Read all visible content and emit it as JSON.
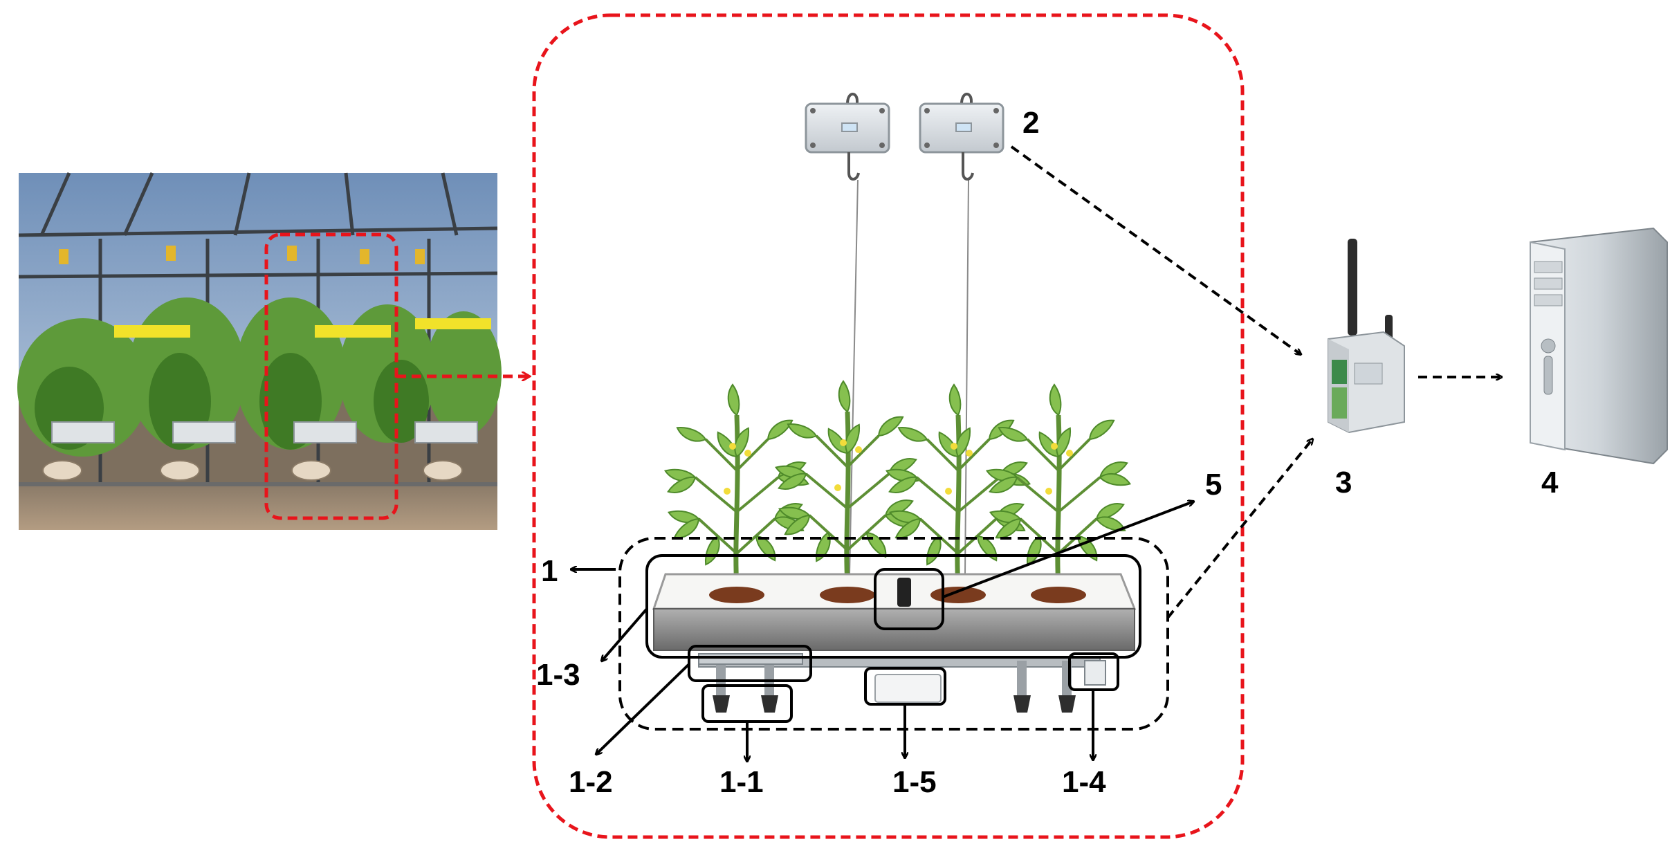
{
  "labels": {
    "system": "1",
    "sensor_node": "2",
    "gateway": "3",
    "computer": "4",
    "camera": "5",
    "part_1_1": "1-1",
    "part_1_2": "1-2",
    "part_1_3": "1-3",
    "part_1_4": "1-4",
    "part_1_5": "1-5"
  },
  "colors": {
    "highlight": "#e8141b",
    "connector": "#000000",
    "plant_leaf": "#79b84a",
    "trough": "#8a8a8a",
    "substrate": "#7a3b1e"
  },
  "icons": [
    "greenhouse-photo",
    "sensor-box-icon",
    "wireless-gateway-icon",
    "desktop-computer-icon",
    "tomato-plant-icon",
    "camera-icon"
  ]
}
